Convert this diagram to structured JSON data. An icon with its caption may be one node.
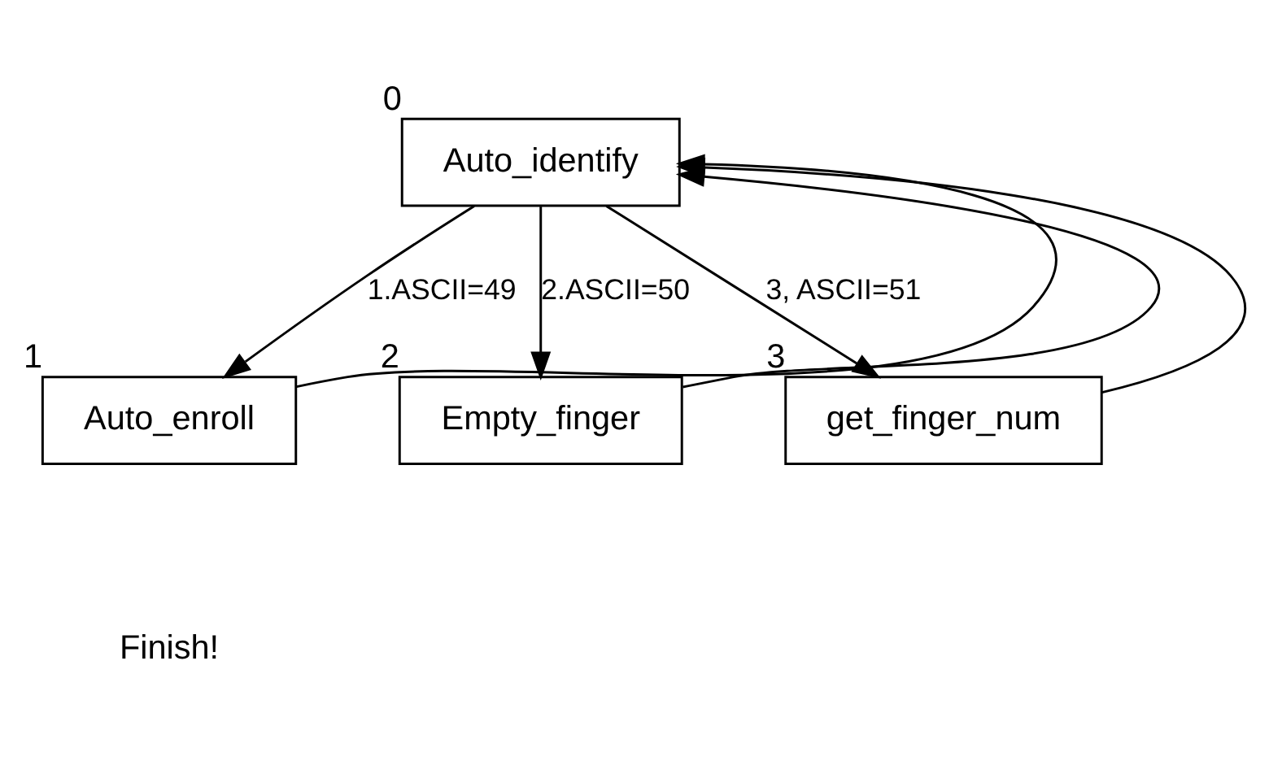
{
  "diagram": {
    "nodes": [
      {
        "text": [
          "Auto_identify"
        ],
        "beside": [
          "0"
        ]
      },
      {
        "text": [
          "Auto_enroll"
        ],
        "beside": [
          "1"
        ]
      },
      {
        "text": [
          "Empty_finger"
        ],
        "beside": [
          "2"
        ]
      },
      {
        "text": [
          "get_finger_num"
        ],
        "beside": [
          "3"
        ]
      }
    ],
    "edges": [
      {
        "from": 0,
        "to": 1,
        "arrow": "to",
        "label": "1.ASCII=49"
      },
      {
        "from": 0,
        "to": 2,
        "arrow": "to",
        "label": "2.ASCII=50"
      },
      {
        "from": 0,
        "to": 3,
        "arrow": "to",
        "label": "3, ASCII=51"
      },
      {
        "from": 1,
        "to": 0,
        "arrow": "to"
      },
      {
        "from": 2,
        "to": 0,
        "arrow": "to"
      },
      {
        "from": 3,
        "to": 0,
        "arrow": "to"
      }
    ],
    "labels": [
      "Finish!"
    ]
  }
}
